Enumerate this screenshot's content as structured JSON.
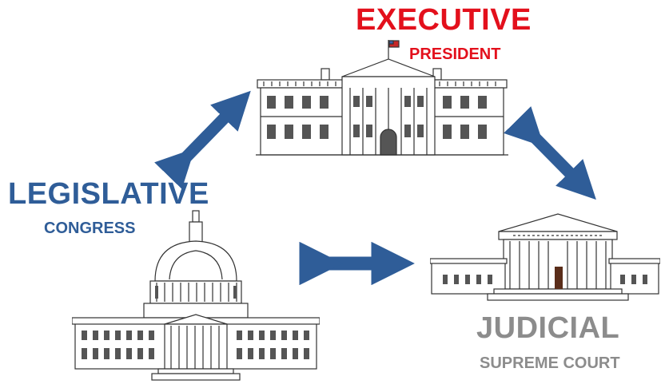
{
  "branches": {
    "executive": {
      "title": "EXECUTIVE",
      "subtitle": "PRESIDENT",
      "color": "#e3101c",
      "icon": "white-house-icon"
    },
    "legislative": {
      "title": "LEGISLATIVE",
      "subtitle": "CONGRESS",
      "color": "#2f5d98",
      "icon": "capitol-icon"
    },
    "judicial": {
      "title": "JUDICIAL",
      "subtitle": "SUPREME COURT",
      "color": "#8c8c8c",
      "icon": "supreme-court-icon"
    }
  },
  "arrows": {
    "color": "#2f5d98",
    "connections": [
      [
        "legislative",
        "executive"
      ],
      [
        "executive",
        "judicial"
      ],
      [
        "legislative",
        "judicial"
      ]
    ]
  }
}
